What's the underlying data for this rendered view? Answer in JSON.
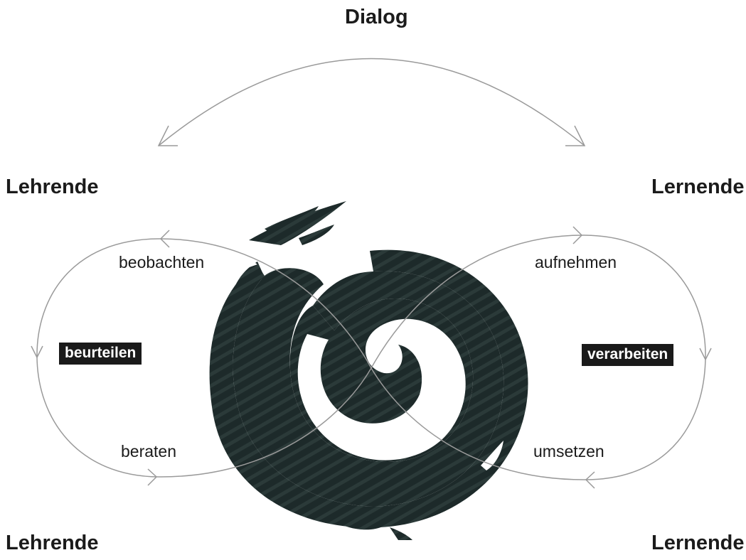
{
  "title": "Dialog",
  "roles": {
    "top_left": "Lehrende",
    "top_right": "Lernende",
    "bottom_left": "Lehrende",
    "bottom_right": "Lernende"
  },
  "left_loop": {
    "top": "beobachten",
    "middle": "beurteilen",
    "bottom": "beraten"
  },
  "right_loop": {
    "top": "aufnehmen",
    "middle": "verarbeiten",
    "bottom": "umsetzen"
  },
  "colors": {
    "spiral": "#1d2a2a",
    "lines": "#9a9a9a",
    "text": "#1b1b1b",
    "label_box": "#1a1a1a",
    "label_box_text": "#ffffff"
  }
}
